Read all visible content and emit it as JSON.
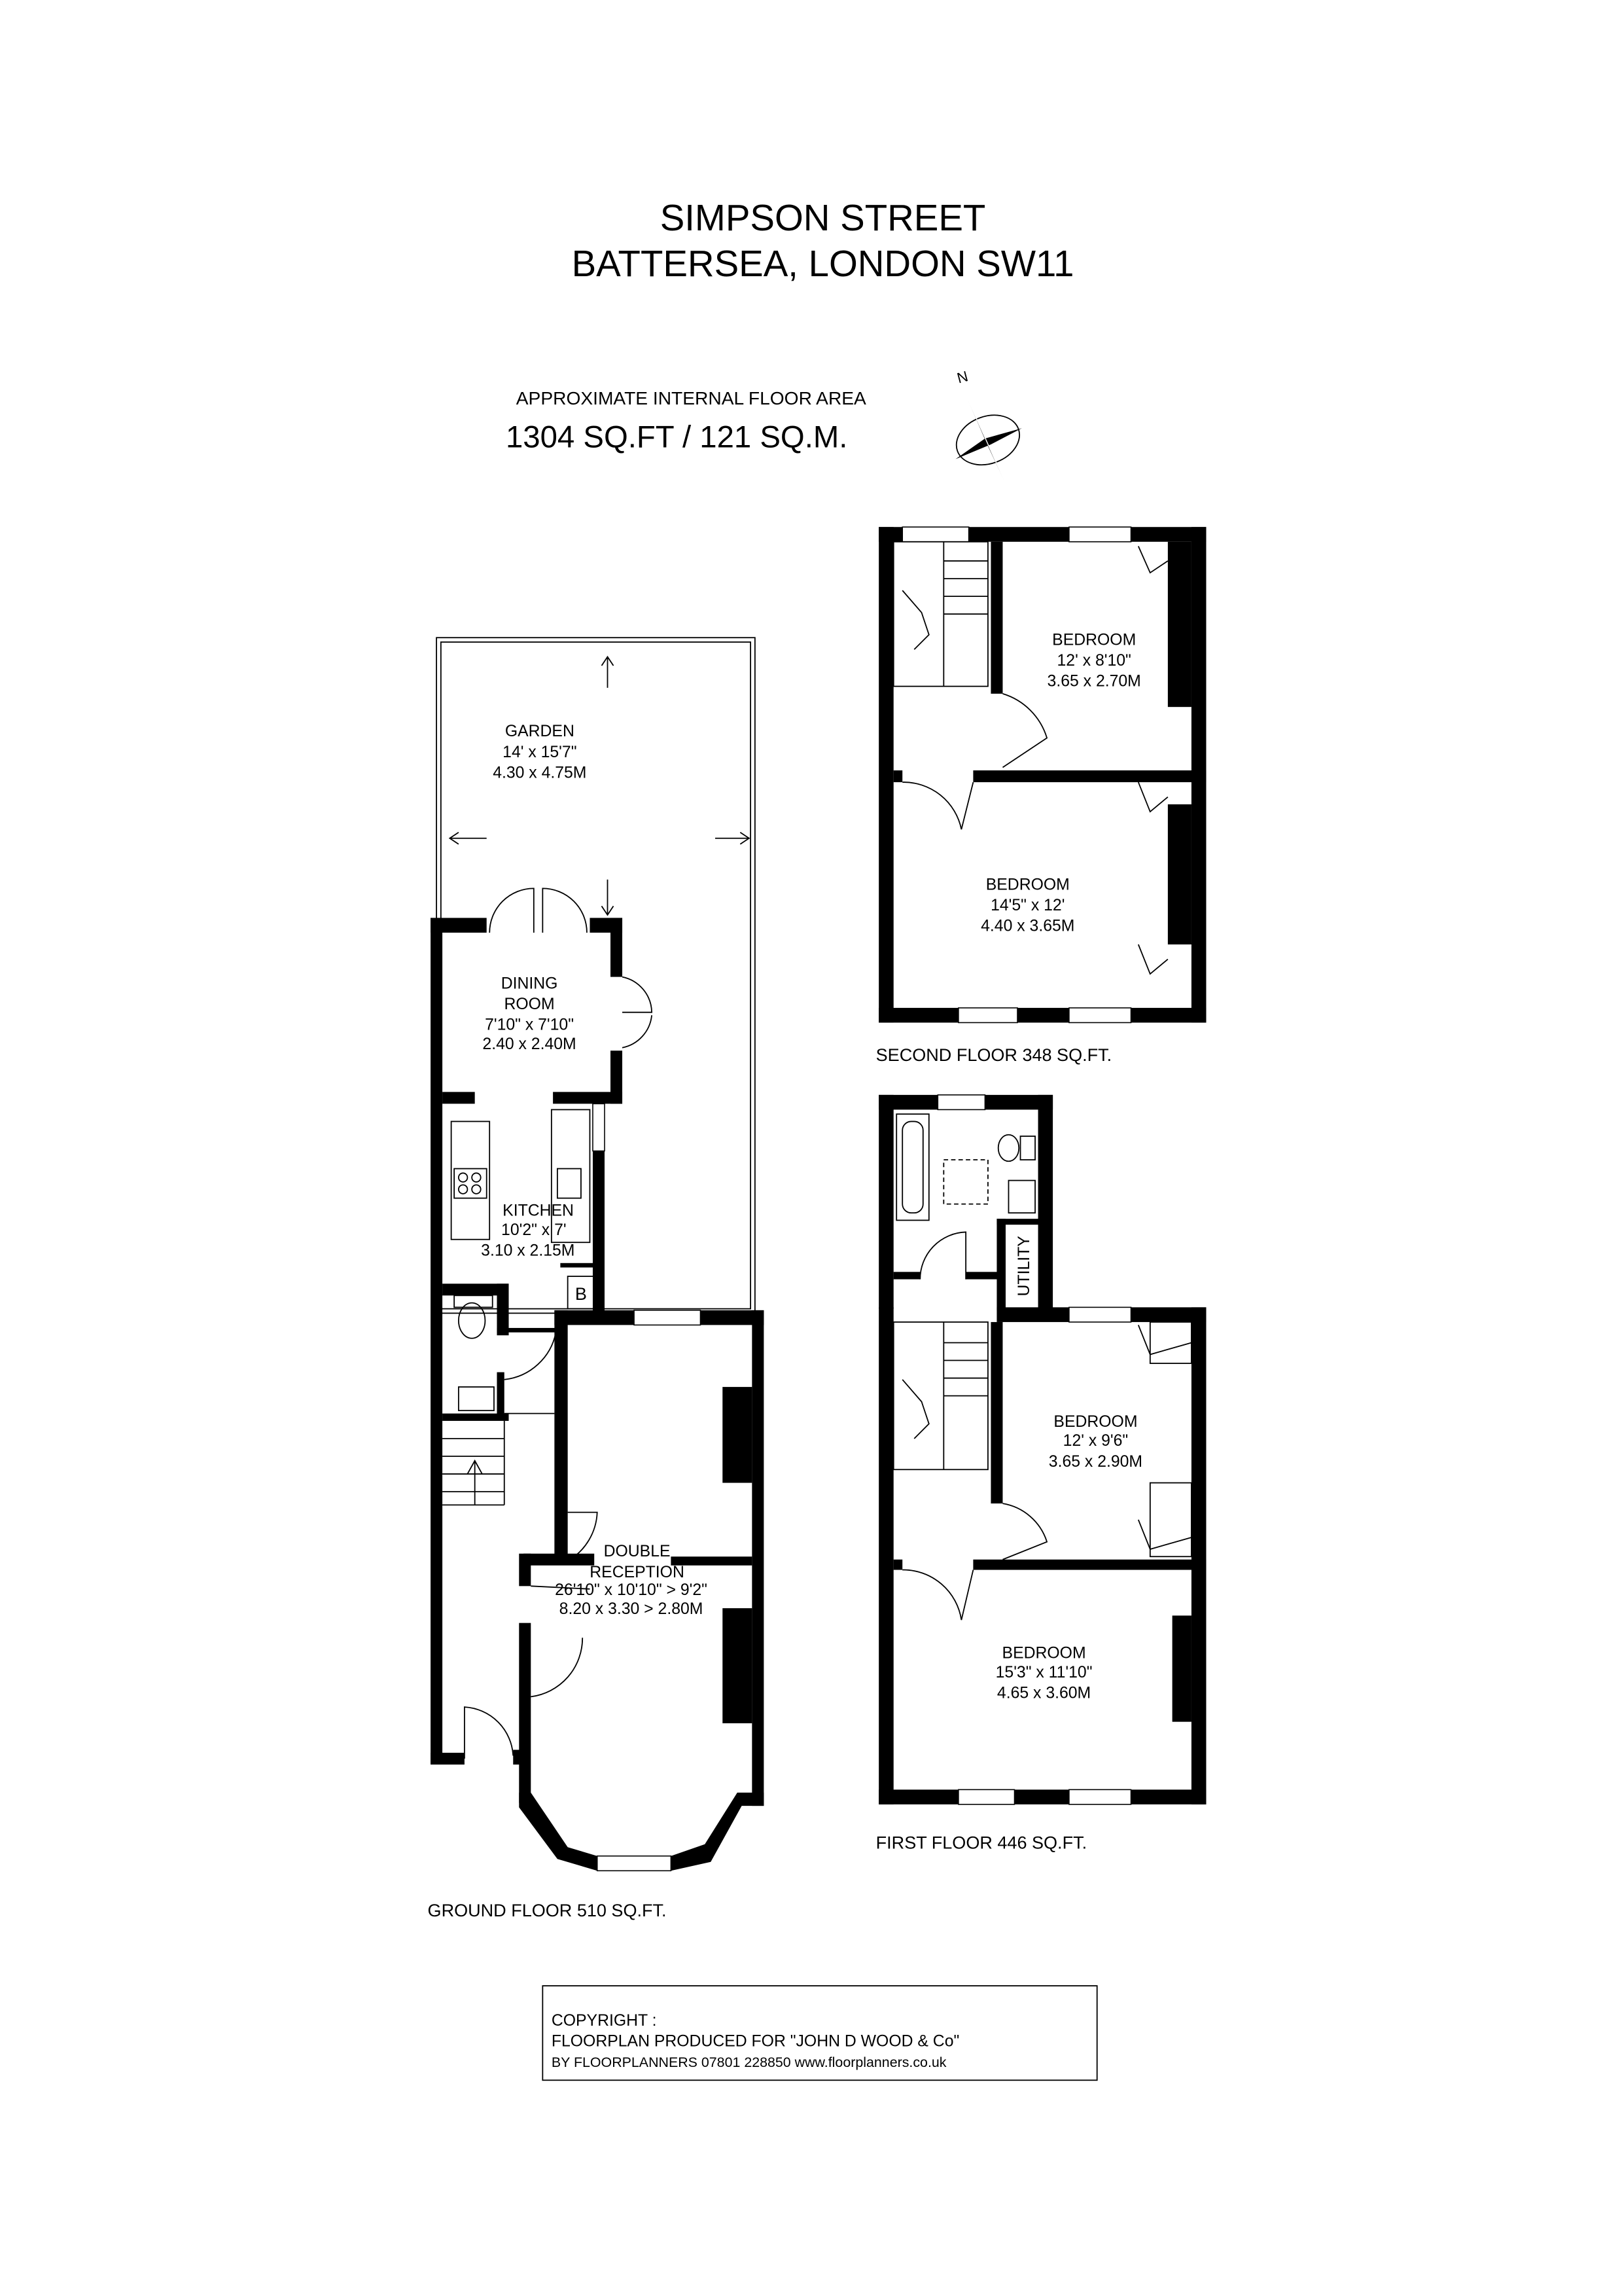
{
  "header": {
    "title_line1": "SIMPSON STREET",
    "title_line2": "BATTERSEA, LONDON SW11",
    "area_caption": "APPROXIMATE INTERNAL FLOOR AREA",
    "area_value": "1304 SQ.FT / 121 SQ.M.",
    "compass_label": "N"
  },
  "ground_floor": {
    "label": "GROUND FLOOR 510 SQ.FT.",
    "rooms": [
      {
        "name": "GARDEN",
        "imperial": "14' x 15'7\"",
        "metric": "4.30 x 4.75M"
      },
      {
        "name": "DINING",
        "name2": "ROOM",
        "imperial": "7'10\" x 7'10\"",
        "metric": "2.40 x 2.40M"
      },
      {
        "name": "KITCHEN",
        "imperial": "10'2\" x 7'",
        "metric": "3.10 x 2.15M"
      },
      {
        "name": "DOUBLE",
        "name2": "RECEPTION",
        "imperial": "26'10\" x 10'10\"  > 9'2\"",
        "metric": "8.20 x 3.30 > 2.80M"
      }
    ],
    "boiler_label": "B"
  },
  "second_floor": {
    "label": "SECOND FLOOR 348 SQ.FT.",
    "rooms": [
      {
        "name": "BEDROOM",
        "imperial": "12' x 8'10\"",
        "metric": "3.65 x 2.70M"
      },
      {
        "name": "BEDROOM",
        "imperial": "14'5\" x 12'",
        "metric": "4.40 x 3.65M"
      }
    ]
  },
  "first_floor": {
    "label": "FIRST FLOOR 446 SQ.FT.",
    "utility_label": "UTILITY",
    "rooms": [
      {
        "name": "BEDROOM",
        "imperial": "12' x 9'6\"",
        "metric": "3.65 x 2.90M"
      },
      {
        "name": "BEDROOM",
        "imperial": "15'3\" x 11'10\"",
        "metric": "4.65 x 3.60M"
      }
    ]
  },
  "copyright": {
    "line1": "COPYRIGHT :",
    "line2": "FLOORPLAN PRODUCED FOR \"JOHN D WOOD & Co\"",
    "line3": "BY FLOORPLANNERS 07801 228850 www.floorplanners.co.uk"
  }
}
